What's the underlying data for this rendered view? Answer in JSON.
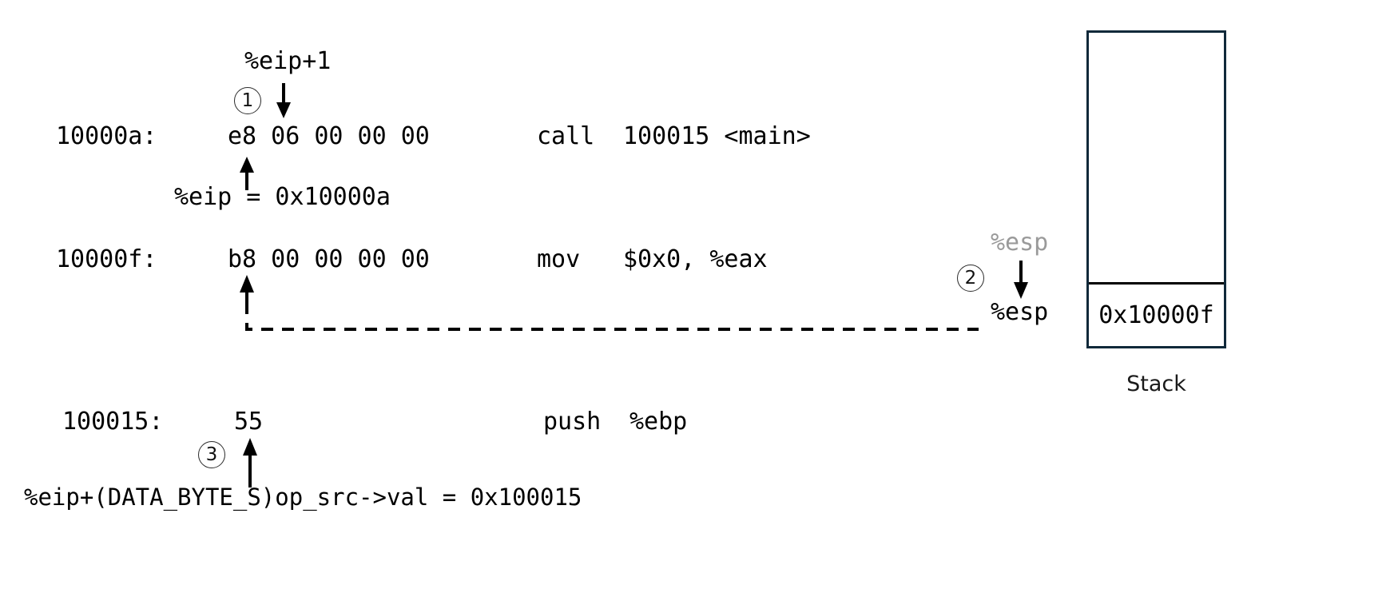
{
  "diagram": {
    "title_caption": "%eip+(DATA_BYTE_S)op_src->val = 0x100015",
    "instructions": [
      {
        "address": "10000a:",
        "bytes": "e8 06 00 00 00",
        "mnemonic": "call",
        "operands": "100015 <main>"
      },
      {
        "address": "10000f:",
        "bytes": "b8 00 00 00 00",
        "mnemonic": "mov",
        "operands": "$0x0, %eax"
      },
      {
        "address": "100015:",
        "bytes": "55",
        "mnemonic": "push",
        "operands": "%ebp"
      }
    ],
    "annotations": {
      "eip_plus_one": "%eip+1",
      "eip_value": "%eip = 0x10000a",
      "esp_old": "%esp",
      "esp_new": "%esp"
    },
    "step_markers": [
      {
        "label": "①",
        "number": "1"
      },
      {
        "label": "②",
        "number": "2"
      },
      {
        "label": "③",
        "number": "3"
      }
    ],
    "stack": {
      "caption": "Stack",
      "cells": [
        {
          "value": ""
        },
        {
          "value": "0x10000f"
        }
      ],
      "border_color": "#10293a"
    },
    "colors": {
      "ink": "#000000",
      "muted": "#9a9a9a",
      "stack_border": "#10293a",
      "background": "#ffffff"
    }
  }
}
